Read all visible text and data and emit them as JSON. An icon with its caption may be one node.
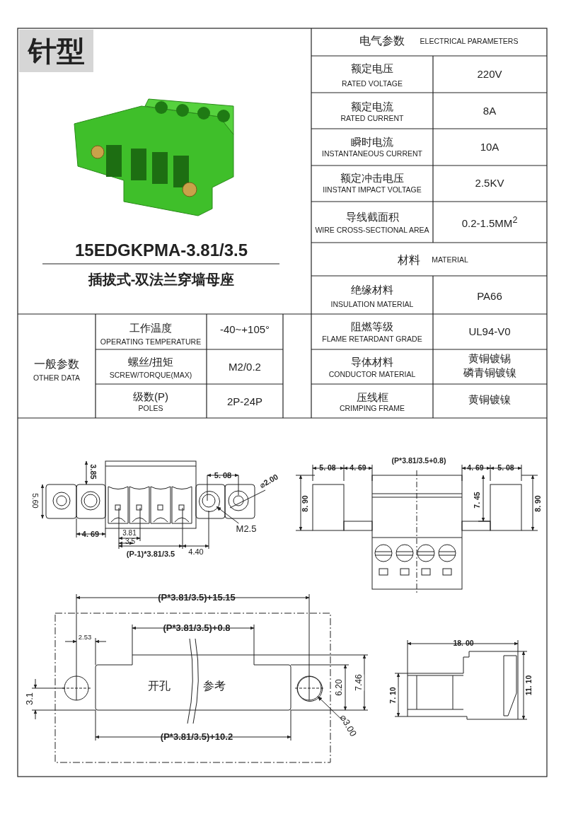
{
  "diagram": {
    "nodes": [
      {
        "text": [
          "M2.5"
        ]
      },
      {
        "text": [],
        "shape": "circle"
      },
      {
        "text": [
          "⌀3.00"
        ]
      },
      {
        "text": [],
        "shape": "circle"
      }
    ],
    "edges": [
      {
        "from": 0,
        "to": 1,
        "arrow": "to"
      },
      {
        "from": 2,
        "to": 3,
        "arrow": "to"
      }
    ],
    "labels": [
      "针型",
      "15EDGKPMA-3.81/3.5",
      "插拔式-双法兰穿墙母座",
      "电气参数",
      "ELECTRICAL PARAMETERS",
      "额定电压",
      "RATED VOLTAGE",
      "220V",
      "额定电流",
      "RATED CURRENT",
      "8A",
      "瞬时电流",
      "INSTANTANEOUS CURRENT",
      "10A",
      "额定冲击电压",
      "IINSTANT IMPACT VOLTAGE",
      "2.5KV",
      "导线截面积",
      "WIRE CROSS-SECTIONAL AREA",
      "0.2-1.5MM$^{2}$",
      "材料",
      "MATERIAL",
      "绝缘材料",
      "INSULATION MATERIAL",
      "PA66",
      "阻燃等级",
      "FLAME RETARDANT GRADE",
      "UL94-V0",
      "导体材料",
      "CONDUCTOR MATERIAL",
      "黄铜镀锡",
      "磷青铜镀镍",
      "压线框",
      "CRIMPING FRAME",
      "黄铜镀镍",
      "一般参数",
      "OTHER DATA",
      "工作温度",
      "OPERATING TEMPERATURE",
      "-40~+105°",
      "螺丝/扭矩",
      "SCREW/TORQUE(MAX)",
      "M2/0.2",
      "级数(P)",
      "POLES",
      "2P-24P",
      "3.85",
      "5.60",
      "5. 08",
      "⌀2.00",
      "4. 69",
      "3.81",
      "3.5",
      "(P-1)*3.81/3.5",
      "4.40",
      "5. 08",
      "4. 69",
      "(P*3.81/3.5+0.8)",
      "4. 69",
      "5. 08",
      "8. 90",
      "7. 45",
      "8. 90",
      "(P*3.81/3.5)+15.15",
      "(P*3.81/3.5)+0.8",
      "2.53",
      "开孔",
      "参考",
      "3.1",
      "6.20",
      "7.46",
      "(P*3.81/3.5)+10.2",
      "18. 00",
      "7. 10",
      "11. 10"
    ]
  }
}
